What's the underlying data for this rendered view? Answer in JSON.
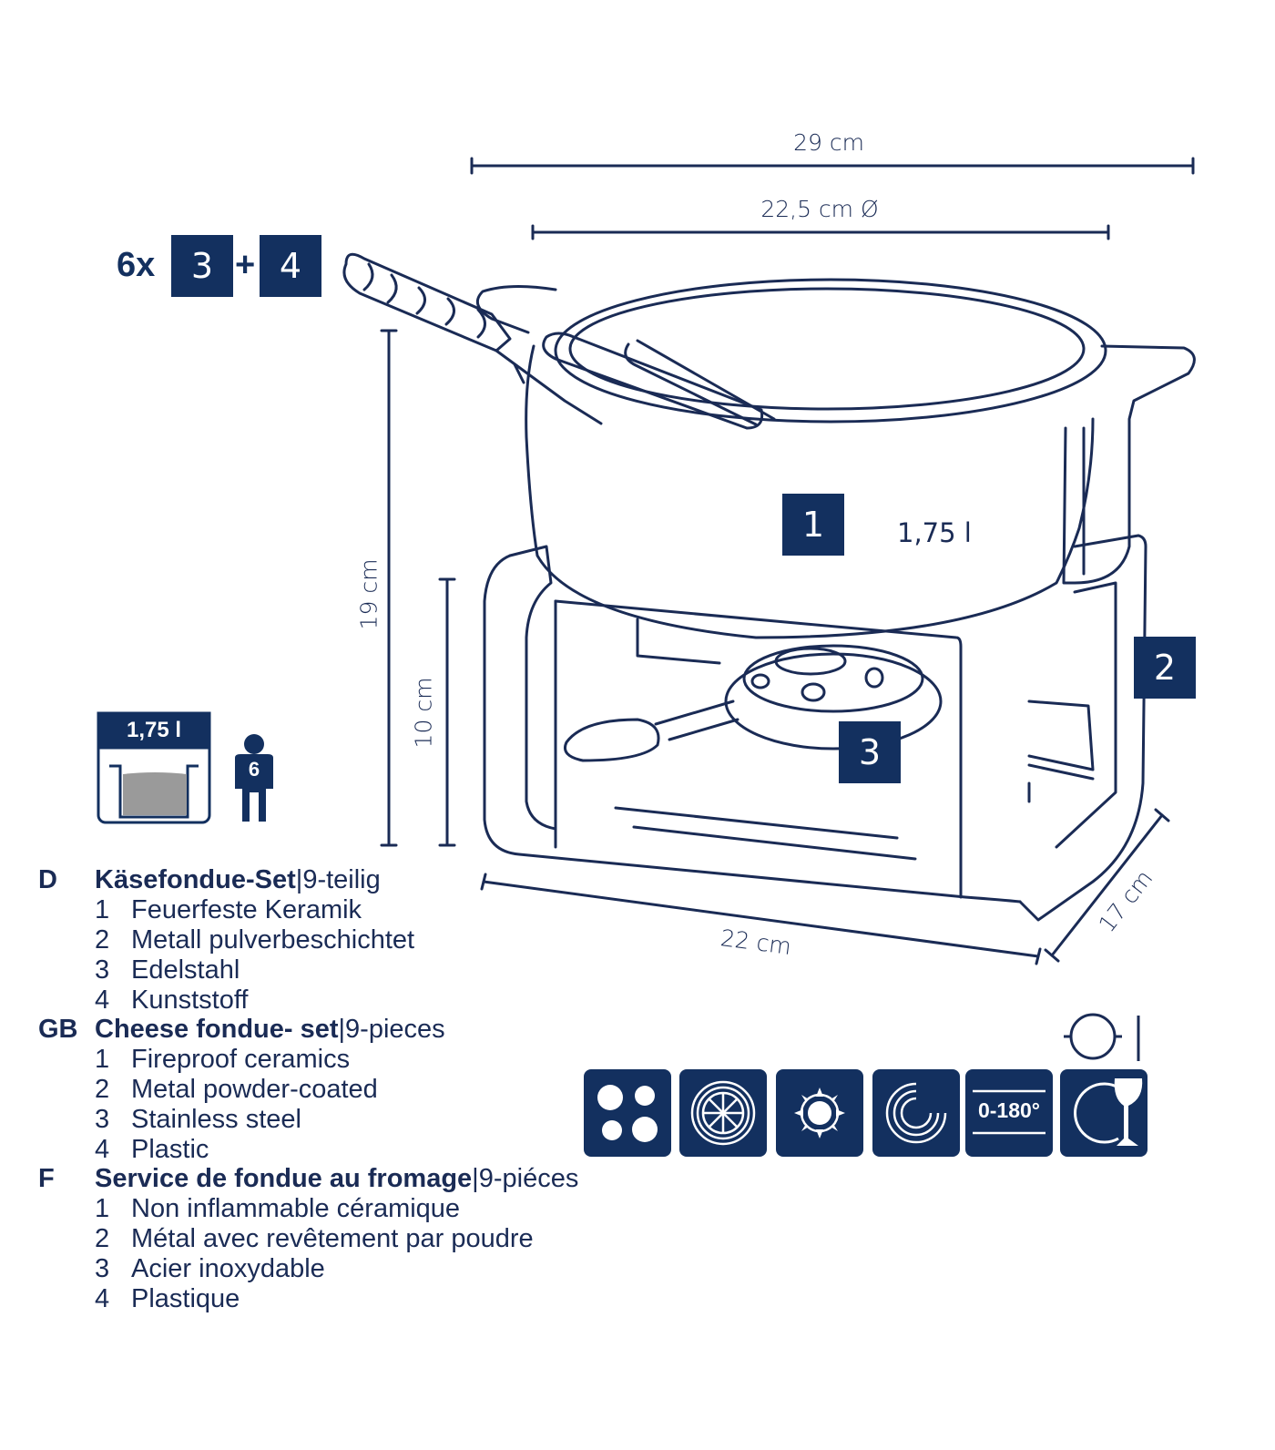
{
  "dimensions": {
    "width_total": "29 cm",
    "diameter": "22,5 cm Ø",
    "height_total": "19 cm",
    "height_stand": "10 cm",
    "depth_front": "22 cm",
    "depth_side": "17 cm"
  },
  "forks": {
    "multiplier": "6x",
    "part_a": "3",
    "plus": "+",
    "part_b": "4"
  },
  "parts": {
    "pot_number": "1",
    "pot_volume": "1,75 l",
    "stand_number": "2",
    "burner_number": "3"
  },
  "capacity_icon": {
    "volume": "1,75 l",
    "persons": "6"
  },
  "legend": [
    {
      "code": "D",
      "title": "Käsefondue-Set",
      "separator": " | ",
      "subtitle": "9-teilig",
      "items": [
        {
          "num": "1",
          "text": "Feuerfeste Keramik"
        },
        {
          "num": "2",
          "text": "Metall pulverbeschichtet"
        },
        {
          "num": "3",
          "text": "Edelstahl"
        },
        {
          "num": "4",
          "text": "Kunststoff"
        }
      ]
    },
    {
      "code": "GB",
      "title": "Cheese fondue- set",
      "separator": " | ",
      "subtitle": "9-pieces",
      "items": [
        {
          "num": "1",
          "text": "Fireproof ceramics"
        },
        {
          "num": "2",
          "text": "Metal powder-coated"
        },
        {
          "num": "3",
          "text": "Stainless steel"
        },
        {
          "num": "4",
          "text": "Plastic"
        }
      ]
    },
    {
      "code": "F",
      "title": "Service de fondue au fromage",
      "separator": " | ",
      "subtitle": "9-piéces",
      "items": [
        {
          "num": "1",
          "text": "Non inflammable céramique"
        },
        {
          "num": "2",
          "text": "Métal avec revêtement par poudre"
        },
        {
          "num": "3",
          "text": "Acier inoxydable"
        },
        {
          "num": "4",
          "text": "Plastique"
        }
      ]
    }
  ],
  "feature_icons": [
    {
      "name": "electric-hob-icon"
    },
    {
      "name": "ceramic-hob-icon"
    },
    {
      "name": "gas-hob-icon"
    },
    {
      "name": "induction-hob-icon"
    },
    {
      "name": "oven-temperature-icon",
      "label": "0-180°"
    },
    {
      "name": "dishwasher-icon"
    }
  ],
  "colors": {
    "navy": "#13305f",
    "line": "#1a2b55",
    "fill_grey": "#9a9a9a"
  }
}
